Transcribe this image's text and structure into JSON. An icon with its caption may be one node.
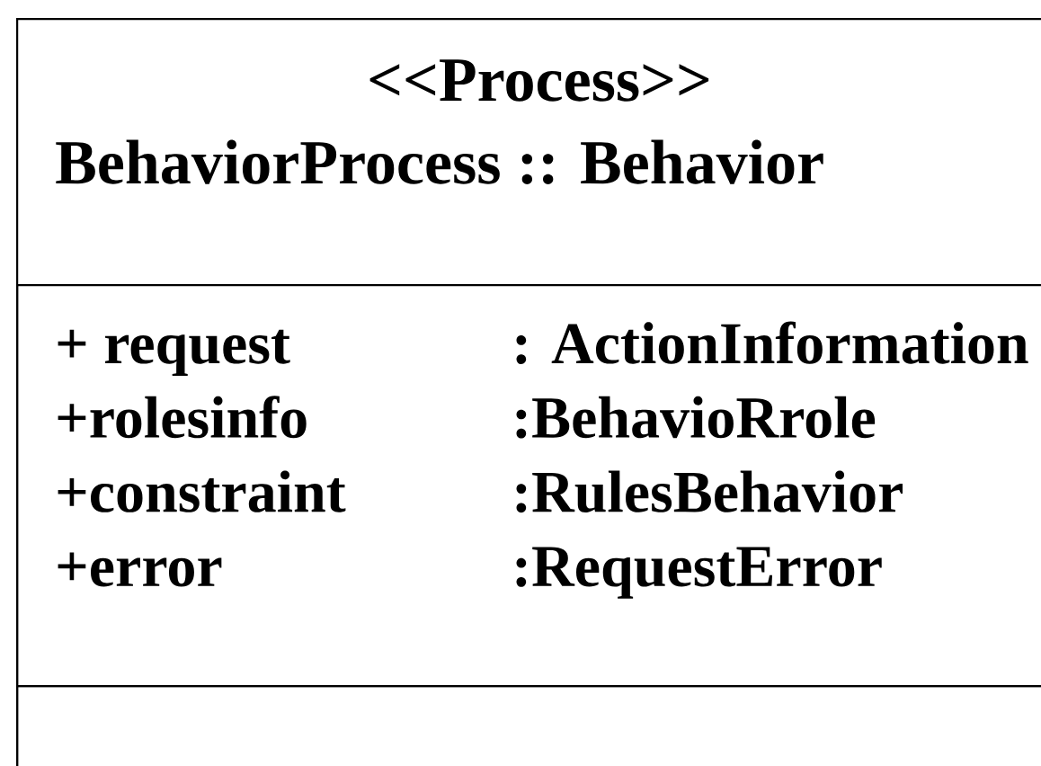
{
  "diagram": {
    "nodes": [
      {
        "text": [
          "<<Process>>",
          "BehaviorProcess :: Behavior"
        ]
      },
      {
        "text": [
          "+ request",
          ": ActionInformation",
          "+rolesinfo",
          ":BehavioRrole",
          "+constraint",
          ":RulesBehavior",
          "+error",
          ":RequestError"
        ],
        "in": 0
      },
      {
        "text": [],
        "shape": "box",
        "in": 0
      }
    ]
  }
}
